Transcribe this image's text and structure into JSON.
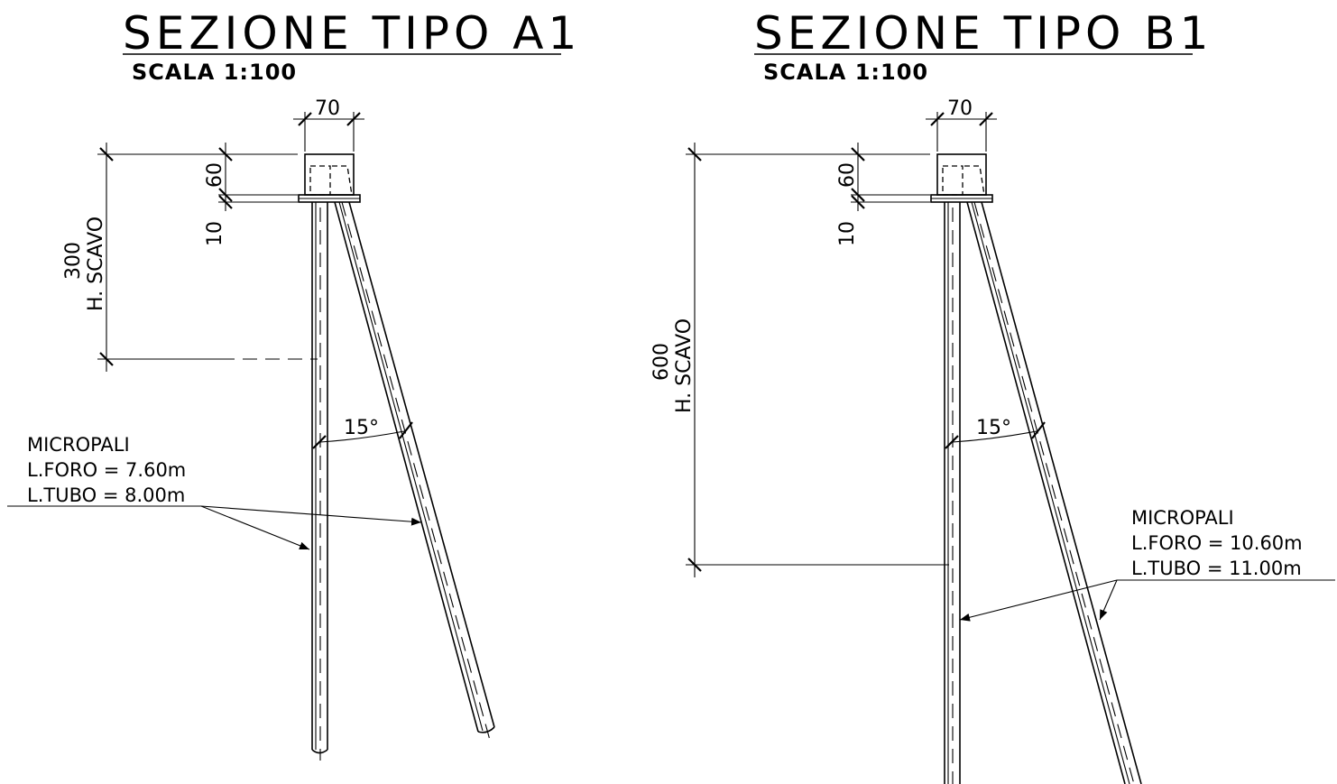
{
  "sections": [
    {
      "title": "SEZIONE  TIPO  A1",
      "scale": "SCALA  1:100",
      "cap_width": "70",
      "cap_height": "60",
      "base_thickness": "10",
      "excavation_depth": "300",
      "excavation_label": "H.  SCAVO",
      "angle": "15°",
      "note": {
        "name": "MICROPALI",
        "foro": "L.FORO  =  7.60m",
        "tubo": "L.TUBO  =  8.00m"
      }
    },
    {
      "title": "SEZIONE  TIPO  B1",
      "scale": "SCALA  1:100",
      "cap_width": "70",
      "cap_height": "60",
      "base_thickness": "10",
      "excavation_depth": "600",
      "excavation_label": "H.  SCAVO",
      "angle": "15°",
      "note": {
        "name": "MICROPALI",
        "foro": "L.FORO  =  10.60m",
        "tubo": "L.TUBO  =  11.00m"
      }
    }
  ]
}
